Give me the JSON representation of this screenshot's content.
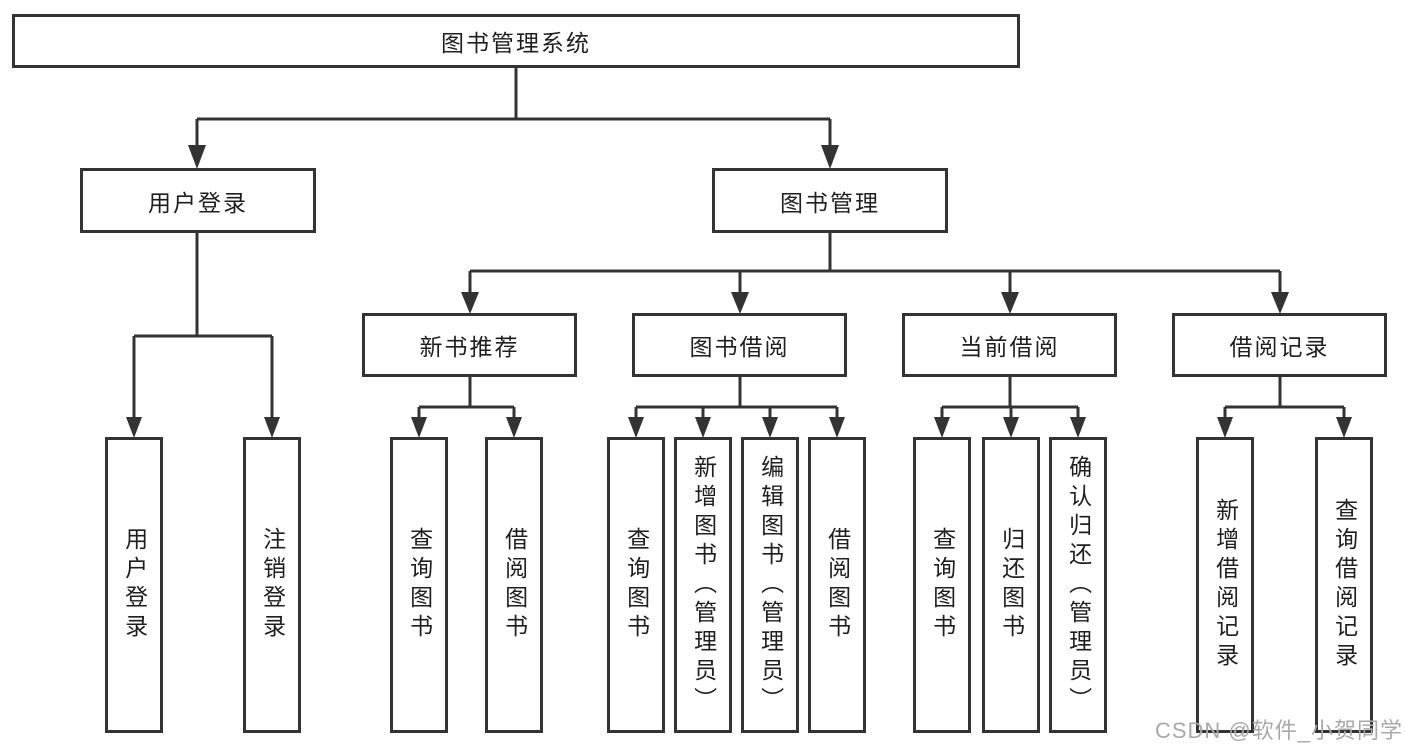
{
  "diagram": {
    "root": {
      "label": "图书管理系统"
    },
    "level1": [
      {
        "label": "用户登录",
        "children": [
          "用户登录",
          "注销登录"
        ]
      },
      {
        "label": "图书管理"
      }
    ],
    "level2": [
      {
        "label": "新书推荐",
        "children": [
          "查询图书",
          "借阅图书"
        ]
      },
      {
        "label": "图书借阅",
        "children": [
          "查询图书",
          "新增图书（管理员）",
          "编辑图书（管理员）",
          "借阅图书"
        ]
      },
      {
        "label": "当前借阅",
        "children": [
          "查询图书",
          "归还图书",
          "确认归还（管理员）"
        ]
      },
      {
        "label": "借阅记录",
        "children": [
          "新增借阅记录",
          "查询借阅记录"
        ]
      }
    ]
  },
  "watermark": {
    "text": "CSDN @软件_小贺同学"
  },
  "colors": {
    "line": "#333333",
    "text": "#1f1f1f",
    "watermark": "#a9a9a9",
    "background": "#ffffff"
  }
}
